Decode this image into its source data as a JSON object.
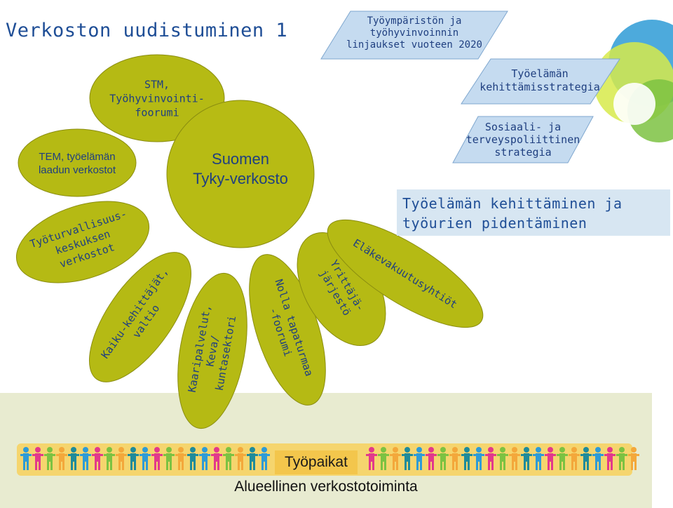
{
  "title": "Verkoston uudistuminen 1",
  "parallelograms": [
    {
      "lines": [
        "Työympäristön ja",
        "työhyvinvoinnin",
        "linjaukset vuoteen 2020"
      ]
    },
    {
      "lines": [
        "Työelämän",
        "kehittämisstrategia"
      ]
    },
    {
      "lines": [
        "Sosiaali- ja",
        "terveyspoliittinen",
        "strategia"
      ]
    }
  ],
  "highlight_lines": [
    "Työelämän kehittäminen ja",
    "työurien pidentäminen"
  ],
  "center": {
    "lines": [
      "Suomen",
      "Tyky-verkosto"
    ]
  },
  "petals": [
    {
      "lines": [
        "STM,",
        "Työhyvinvointi-",
        "foorumi"
      ]
    },
    {
      "lines": [
        "TEM, työelämän",
        "laadun verkostot"
      ]
    },
    {
      "lines": [
        "Työturvallisuus-",
        "keskuksen",
        "verkostot"
      ]
    },
    {
      "lines": [
        "Kaiku-kehittäjät,",
        "valtio"
      ]
    },
    {
      "lines": [
        "Kaaripalvelut,",
        "Keva/",
        "kuntasektori"
      ]
    },
    {
      "lines": [
        "Nolla tapaturmaa",
        "-foorumi"
      ]
    },
    {
      "lines": [
        "Yrittäjä-",
        "järjestö"
      ]
    },
    {
      "lines": [
        "Eläkevakuutusyhtiöt"
      ]
    }
  ],
  "workplace_label": "Työpaikat",
  "regional_label": "Alueellinen verkostotoiminta",
  "colors": {
    "petal_fill": "#b5ba14",
    "petal_stroke": "#8a8d10",
    "center_fill": "#b7bb14",
    "parallelogram_fill": "#c5dbf0",
    "parallelogram_stroke": "#7fa7cf",
    "band_fill": "#e8ebd0",
    "circle_green": "#7cc242",
    "circle_lime": "#d7ea4a",
    "circle_blue": "#2e9bd6",
    "people": [
      "#2e9bd6",
      "#e2398b",
      "#7cc242",
      "#f3a83b",
      "#1f8b9a"
    ]
  }
}
